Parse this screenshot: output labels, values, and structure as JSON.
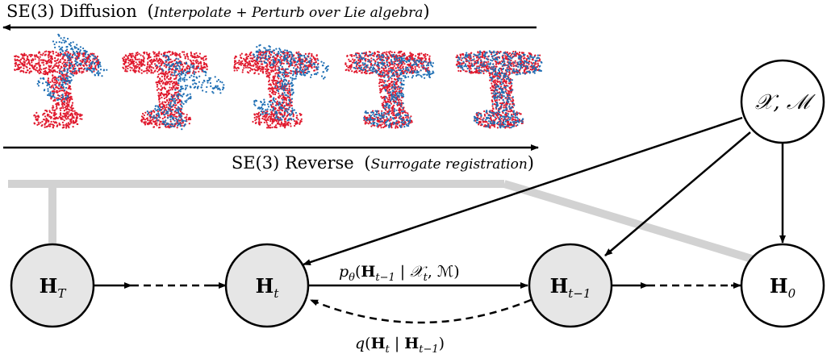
{
  "diffusion_header": {
    "title": "SE(3) Diffusion",
    "paren_open": "(",
    "subtitle": "Interpolate + Perturb over Lie algebra",
    "paren_close": ")"
  },
  "reverse_header": {
    "title": "SE(3) Reverse",
    "paren_open": "(",
    "subtitle": "Surrogate registration",
    "paren_close": ")"
  },
  "point_clouds": {
    "count": 5,
    "colors": {
      "source": "#e0192d",
      "target": "#1f6fb4"
    }
  },
  "nodes": {
    "H_T": {
      "base": "H",
      "sub": "T"
    },
    "H_t": {
      "base": "H",
      "sub": "t"
    },
    "H_t1": {
      "base": "H",
      "sub": "t−1"
    },
    "H_0": {
      "base": "H",
      "sub": "0"
    },
    "XM": {
      "label": "𝒳, ℳ"
    }
  },
  "edge_labels": {
    "p_theta": {
      "p": "p",
      "theta": "θ",
      "open": "(",
      "H": "H",
      "H_sub": "t−1",
      "bar": " | ",
      "X": "𝒳",
      "X_sub": "t",
      "rest": ", ℳ)"
    },
    "q": {
      "q": "q",
      "open": "(",
      "H1": "H",
      "H1_sub": "t",
      "bar": " | ",
      "H2": "H",
      "H2_sub": "t−1",
      "close": ")"
    }
  },
  "colors": {
    "node_fill": "#e6e6e6",
    "node_fill_white": "#ffffff",
    "stroke": "#000000",
    "band": "#d2d2d2"
  }
}
